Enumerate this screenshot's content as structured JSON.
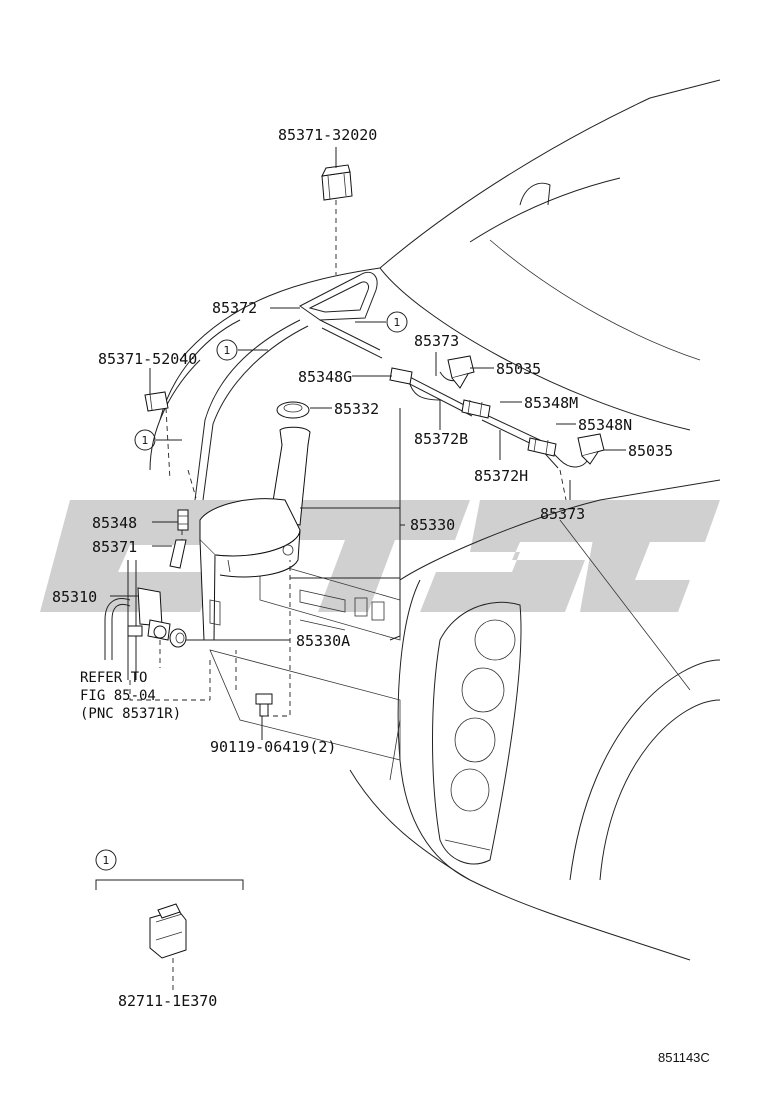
{
  "diagram": {
    "figure_code": "851143C",
    "watermark_text": "utsc",
    "circle_marker": "1",
    "note_lines": [
      "REFER TO",
      "FIG 85-04",
      "(PNC 85371R)"
    ],
    "parts": [
      {
        "id": "p1",
        "label": "85371-32020"
      },
      {
        "id": "p2",
        "label": "85372"
      },
      {
        "id": "p3",
        "label": "85371-52040"
      },
      {
        "id": "p4",
        "label": "85373"
      },
      {
        "id": "p5",
        "label": "85348G"
      },
      {
        "id": "p6",
        "label": "85035"
      },
      {
        "id": "p7",
        "label": "85332"
      },
      {
        "id": "p8",
        "label": "85348M"
      },
      {
        "id": "p9",
        "label": "85348N"
      },
      {
        "id": "p10",
        "label": "85372B"
      },
      {
        "id": "p11",
        "label": "85035"
      },
      {
        "id": "p12",
        "label": "85372H"
      },
      {
        "id": "p13",
        "label": "85348"
      },
      {
        "id": "p14",
        "label": "85373"
      },
      {
        "id": "p15",
        "label": "85330"
      },
      {
        "id": "p16",
        "label": "85371"
      },
      {
        "id": "p17",
        "label": "85310"
      },
      {
        "id": "p18",
        "label": "85330A"
      },
      {
        "id": "p19",
        "label": "90119-06419(2)"
      },
      {
        "id": "p20",
        "label": "82711-1E370"
      }
    ]
  }
}
